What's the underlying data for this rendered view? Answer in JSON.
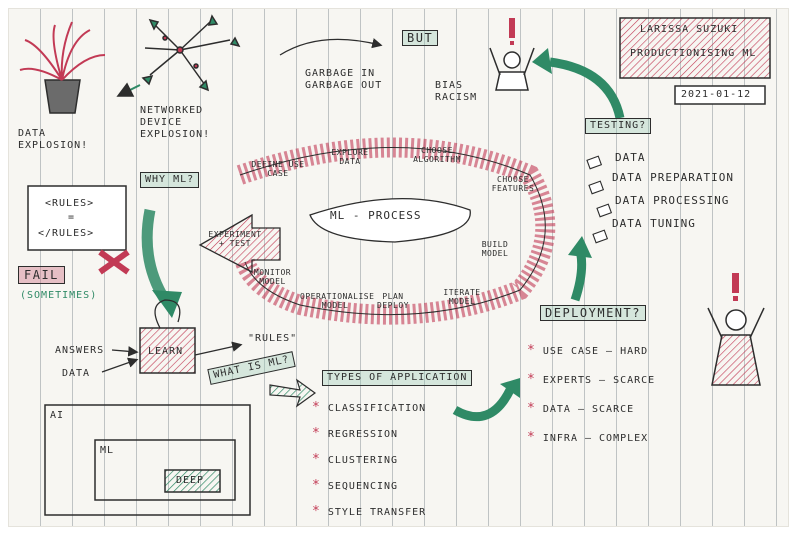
{
  "author": {
    "name": "LARISSA SUZUKI",
    "topic": "PRODUCTIONISING ML",
    "date": "2021-01-12"
  },
  "top": {
    "data_explosion": "DATA EXPLOSION!",
    "networked_device_explosion": "NETWORKED DEVICE EXPLOSION!",
    "why_ml": "WHY ML?",
    "garbage": "GARBAGE IN GARBAGE OUT",
    "but": "BUT",
    "bias_racism": "BIAS RACISM"
  },
  "rules": {
    "rules": "<RULES>",
    "equals": "=",
    "slash_rules": "</RULES>",
    "fail": "FAIL",
    "sometimes": "(SOMETIMES)"
  },
  "process": {
    "title": "ML - PROCESS",
    "steps": [
      "DEFINE USE CASE",
      "EXPLORE DATA",
      "CHOOSE ALGORITHM",
      "CHOOSE FEATURES",
      "BUILD MODEL",
      "ITERATE MODEL",
      "PLAN DEPLOY",
      "OPERATIONALISE MODEL",
      "MONITOR MODEL",
      "EXPERIMENT + TEST"
    ]
  },
  "learn": {
    "answers": "ANSWERS",
    "data": "DATA",
    "learn": "LEARN",
    "rules": "\"RULES\"",
    "what_is_ml": "WHAT IS ML?"
  },
  "nested": {
    "ai": "AI",
    "ml": "ML",
    "deep": "DEEP"
  },
  "types": {
    "title": "TYPES OF APPLICATION",
    "items": [
      "CLASSIFICATION",
      "REGRESSION",
      "CLUSTERING",
      "SEQUENCING",
      "STYLE TRANSFER"
    ]
  },
  "testing": {
    "title": "TESTING?",
    "items": [
      "DATA",
      "DATA PREPARATION",
      "DATA PROCESSING",
      "DATA TUNING"
    ]
  },
  "deployment": {
    "title": "DEPLOYMENT?",
    "rows": [
      {
        "label": "USE CASE",
        "value": "HARD"
      },
      {
        "label": "EXPERTS",
        "value": "SCARCE"
      },
      {
        "label": "DATA",
        "value": "SCARCE"
      },
      {
        "label": "INFRA",
        "value": "COMPLEX"
      }
    ]
  },
  "colors": {
    "green": "#2f8a66",
    "red": "#c23a55",
    "ink": "#2d2d2d",
    "paper": "#f7f6f2",
    "rule": "#bfc3c4"
  },
  "icons": [
    "potted-plant-icon",
    "network-icon",
    "person-bias-icon",
    "person-deployment-icon",
    "cross-icon"
  ]
}
